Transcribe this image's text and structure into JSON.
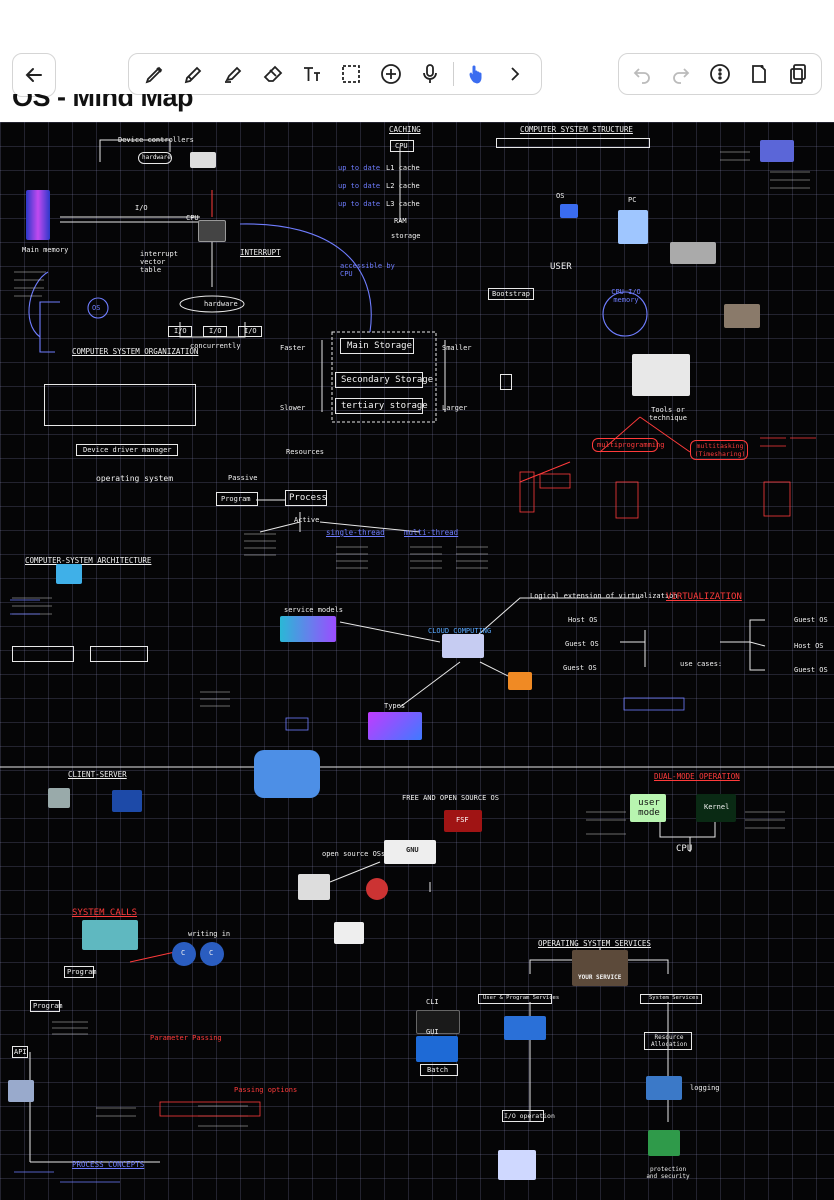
{
  "app": {
    "title": "OS - Mind Map"
  },
  "toolbar": {
    "back": "back-arrow-icon",
    "tools": [
      "pen-icon",
      "pencil-icon",
      "highlighter-icon",
      "eraser-icon",
      "text-tool-icon",
      "lasso-select-icon",
      "add-icon",
      "microphone-icon",
      "touch-draw-icon",
      "chevron-right-icon"
    ],
    "right": [
      "undo-icon",
      "redo-icon",
      "more-icon",
      "new-page-icon",
      "pages-icon"
    ]
  },
  "canvas": {
    "device_controllers": "Device controllers",
    "hardware": "hardware",
    "caching": "CACHING",
    "cpu": "CPU",
    "up_to_date": "up to date",
    "l1": "L1 cache",
    "l2": "L2 cache",
    "l3": "L3 cache",
    "ram": "RAM",
    "storage": "storage",
    "css": "COMPUTER SYSTEM STRUCTURE",
    "user": "USER",
    "os": "OS",
    "pc": "PC",
    "cpu_io_mem": "CPU I/O memory",
    "bootstrap": "Bootstrap",
    "interrupt": "INTERRUPT",
    "interrupt_vector": "interrupt vector table",
    "main_memory": "Main memory",
    "accessible": "accessible by CPU",
    "io": "I/O",
    "concurrently": "concurrently",
    "cso": "COMPUTER SYSTEM ORGANIZATION",
    "faster": "Faster",
    "slower": "Slower",
    "smaller": "Smaller",
    "larger": "Larger",
    "main_storage": "Main Storage",
    "secondary_storage": "Secondary Storage",
    "tertiary_storage": "tertiary storage",
    "device_driver": "Device driver manager",
    "operating_system": "operating system",
    "resources": "Resources",
    "passive": "Passive",
    "program": "Program",
    "process": "Process",
    "active": "Active",
    "single_thread": "single-thread",
    "multi_thread": "multi-thread",
    "tools": "Tools or technique",
    "multiprogramming": "multiprogramming",
    "multitasking": "multitasking (Timesharing)",
    "csa": "COMPUTER-SYSTEM ARCHITECTURE",
    "service_models": "service models",
    "cloud_computing": "CLOUD COMPUTING",
    "logical_ext": "Logical extension of virtualization",
    "virtualization": "VIRTUALIZATION",
    "host_os": "Host OS",
    "guest_os": "Guest OS",
    "use_cases": "use cases:",
    "types": "Types",
    "client_server": "CLIENT-SERVER",
    "free_open": "FREE AND OPEN SOURCE OS",
    "fsf": "FSF",
    "gnu": "GNU",
    "open_source": "open source OSs",
    "dual_mode": "DUAL-MODE OPERATION",
    "user_mode": "user mode",
    "kernel": "Kernel",
    "system_calls": "SYSTEM CALLS",
    "writing_in": "writing in",
    "c_lang": "C",
    "oss": "OPERATING SYSTEM SERVICES",
    "your_service": "YOUR SERVICE",
    "user_program": "User & Program Services",
    "system_services": "System Services",
    "parameter_passing": "Parameter Passing",
    "passing_options": "Passing options",
    "api": "API",
    "cli": "CLI",
    "gui": "GUI",
    "batch": "Batch",
    "io_operation": "I/O operation",
    "resource_alloc": "Resource Allocation",
    "logging": "logging",
    "protection": "protection and security",
    "process_concepts": "PROCESS CONCEPTS"
  },
  "colors": {
    "canvas": "#050506",
    "grid": "#8c8cbe",
    "red": "#ff3b3b",
    "blue": "#6f7dff"
  }
}
